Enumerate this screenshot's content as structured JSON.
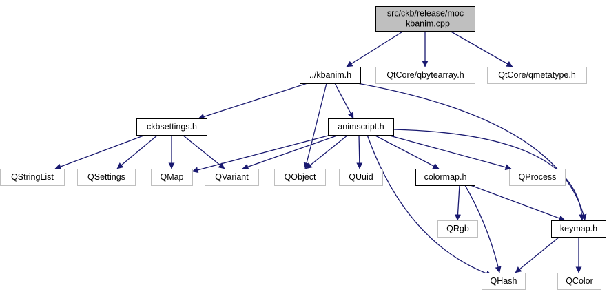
{
  "colors": {
    "edge": "#191970",
    "root_fill": "#bfbfbf",
    "root_stroke": "#000000",
    "internal_stroke": "#000000",
    "external_stroke": "#bfbfbf",
    "node_fill": "#ffffff"
  },
  "nodes": [
    {
      "id": "kbanim_cpp",
      "kind": "root",
      "lines": [
        "src/ckb/release/moc",
        "_kbanim.cpp"
      ]
    },
    {
      "id": "kbanim_h",
      "kind": "internal",
      "lines": [
        "../kbanim.h"
      ]
    },
    {
      "id": "qbytearray",
      "kind": "external",
      "lines": [
        "QtCore/qbytearray.h"
      ]
    },
    {
      "id": "qmetatype",
      "kind": "external",
      "lines": [
        "QtCore/qmetatype.h"
      ]
    },
    {
      "id": "ckbsettings",
      "kind": "internal",
      "lines": [
        "ckbsettings.h"
      ]
    },
    {
      "id": "animscript",
      "kind": "internal",
      "lines": [
        "animscript.h"
      ]
    },
    {
      "id": "qstringlist",
      "kind": "external",
      "lines": [
        "QStringList"
      ]
    },
    {
      "id": "qsettings",
      "kind": "external",
      "lines": [
        "QSettings"
      ]
    },
    {
      "id": "qmap",
      "kind": "external",
      "lines": [
        "QMap"
      ]
    },
    {
      "id": "qvariant",
      "kind": "external",
      "lines": [
        "QVariant"
      ]
    },
    {
      "id": "qobject",
      "kind": "external",
      "lines": [
        "QObject"
      ]
    },
    {
      "id": "quuid",
      "kind": "external",
      "lines": [
        "QUuid"
      ]
    },
    {
      "id": "colormap",
      "kind": "internal",
      "lines": [
        "colormap.h"
      ]
    },
    {
      "id": "qprocess",
      "kind": "external",
      "lines": [
        "QProcess"
      ]
    },
    {
      "id": "qrgb",
      "kind": "external",
      "lines": [
        "QRgb"
      ]
    },
    {
      "id": "keymap",
      "kind": "internal",
      "lines": [
        "keymap.h"
      ]
    },
    {
      "id": "qhash",
      "kind": "external",
      "lines": [
        "QHash"
      ]
    },
    {
      "id": "qcolor",
      "kind": "external",
      "lines": [
        "QColor"
      ]
    }
  ],
  "edges": [
    {
      "from": "kbanim_cpp",
      "to": "kbanim_h"
    },
    {
      "from": "kbanim_cpp",
      "to": "qbytearray"
    },
    {
      "from": "kbanim_cpp",
      "to": "qmetatype"
    },
    {
      "from": "kbanim_h",
      "to": "ckbsettings"
    },
    {
      "from": "kbanim_h",
      "to": "animscript"
    },
    {
      "from": "kbanim_h",
      "to": "qobject"
    },
    {
      "from": "kbanim_h",
      "to": "keymap"
    },
    {
      "from": "ckbsettings",
      "to": "qstringlist"
    },
    {
      "from": "ckbsettings",
      "to": "qsettings"
    },
    {
      "from": "ckbsettings",
      "to": "qmap"
    },
    {
      "from": "ckbsettings",
      "to": "qvariant"
    },
    {
      "from": "animscript",
      "to": "qmap"
    },
    {
      "from": "animscript",
      "to": "qvariant"
    },
    {
      "from": "animscript",
      "to": "qobject"
    },
    {
      "from": "animscript",
      "to": "quuid"
    },
    {
      "from": "animscript",
      "to": "colormap"
    },
    {
      "from": "animscript",
      "to": "qprocess"
    },
    {
      "from": "animscript",
      "to": "keymap"
    },
    {
      "from": "animscript",
      "to": "qhash"
    },
    {
      "from": "colormap",
      "to": "qrgb"
    },
    {
      "from": "colormap",
      "to": "keymap"
    },
    {
      "from": "colormap",
      "to": "qhash"
    },
    {
      "from": "keymap",
      "to": "qhash"
    },
    {
      "from": "keymap",
      "to": "qcolor"
    }
  ]
}
